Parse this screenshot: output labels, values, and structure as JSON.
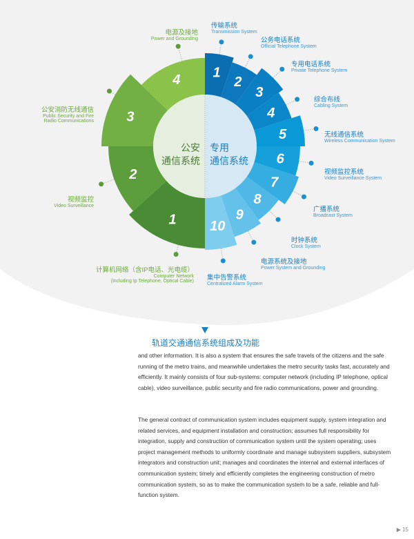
{
  "left_group": {
    "title_line1": "公安",
    "title_line2": "通信系统",
    "color": "#6aaa3a",
    "items": [
      {
        "num": "1",
        "zh": "计算机网络（含IP电话、光电缆）",
        "en": "Computer Network",
        "en2": "(including Ip Telephone, Optical Cable)"
      },
      {
        "num": "2",
        "zh": "视频监控",
        "en": "Video Surveillance"
      },
      {
        "num": "3",
        "zh": "公安消防无线通信",
        "en": "Public Security and Fire",
        "en2": "Radio Communications"
      },
      {
        "num": "4",
        "zh": "电源及接地",
        "en": "Power and Grounding"
      }
    ]
  },
  "right_group": {
    "title_line1": "专用",
    "title_line2": "通信系统",
    "color": "#1a7fc1",
    "items": [
      {
        "num": "1",
        "zh": "传输系统",
        "en": "Transmission System"
      },
      {
        "num": "2",
        "zh": "公务电话系统",
        "en": "Official Telephone System"
      },
      {
        "num": "3",
        "zh": "专用电话系统",
        "en": "Private Telephone System"
      },
      {
        "num": "4",
        "zh": "综合布线",
        "en": "Cabling System"
      },
      {
        "num": "5",
        "zh": "无线通信系统",
        "en": "Wireless Communication System"
      },
      {
        "num": "6",
        "zh": "视频监控系统",
        "en": "Video Surveillance System"
      },
      {
        "num": "7",
        "zh": "广播系统",
        "en": "Broadcast System"
      },
      {
        "num": "8",
        "zh": "时钟系统",
        "en": "Clock System"
      },
      {
        "num": "9",
        "zh": "电源系统及接地",
        "en": "Power System and Grounding"
      },
      {
        "num": "10",
        "zh": "集中告警系统",
        "en": "Centralized Alarm System"
      }
    ]
  },
  "caption": "轨道交通通信系统组成及功能",
  "paragraphs": [
    "and other information. It is also a system that ensures the safe travels of the citizens and the safe running of the metro trains, and meanwhile undertakes the metro security tasks fast, accurately and efficiently. It mainly consists of four sub-systems: computer network (including IP telephone, optical cable), video surveillance, public security and fire radio communications, power and grounding.",
    "The general contract of communication system includes equipment supply, system integration and related services, and equipment installation and construction; assumes full responsibility for integration, supply and construction of communication system until the system operating; uses project management methods to uniformly coordinate and manage subsystem suppliers, subsystem integrators and construction unit; manages and coordinates the internal and external interfaces of communication system; timely and efficiently completes the engineering construction of metro communication system, so as to make the communication system to be a safe, reliable and full-function system."
  ],
  "page_number": "15"
}
